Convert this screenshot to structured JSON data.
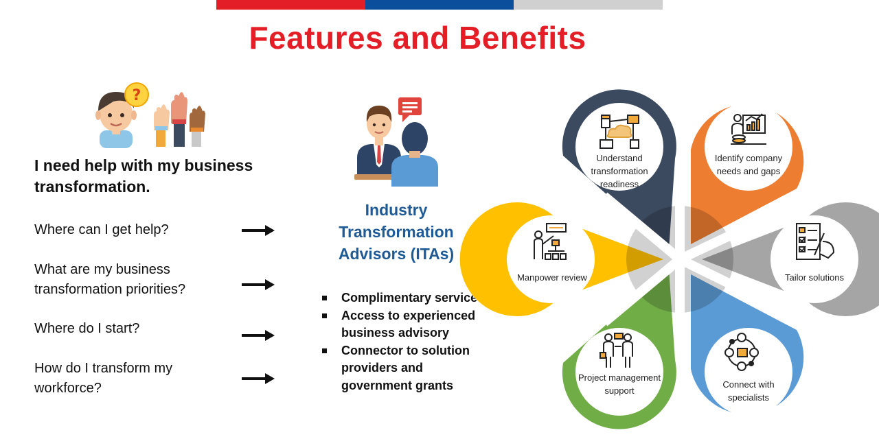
{
  "title": "Features and Benefits",
  "left": {
    "heading": "I need help with my business transformation.",
    "questions": [
      "Where can I get help?",
      "What are my business transformation priorities?",
      "Where do I start?",
      "How do I transform my workforce?"
    ]
  },
  "middle": {
    "title": "Industry Transformation Advisors (ITAs)",
    "bullets": [
      "Complimentary service",
      "Access to experienced business advisory",
      "Connector to solution providers and government grants"
    ]
  },
  "petals": [
    {
      "label": "Understand transformation readiness",
      "color": "#3b4a5e",
      "icon": "flowchart-cloud-icon"
    },
    {
      "label": "Identify company needs and gaps",
      "color": "#ed7d31",
      "icon": "analyst-dashboard-icon"
    },
    {
      "label": "Tailor solutions",
      "color": "#a5a5a5",
      "icon": "checklist-pen-icon"
    },
    {
      "label": "Connect with specialists",
      "color": "#5b9bd5",
      "icon": "network-people-icon"
    },
    {
      "label": "Project management support",
      "color": "#70ad47",
      "icon": "team-board-icon"
    },
    {
      "label": "Manpower review",
      "color": "#ffc000",
      "icon": "org-chart-presenter-icon"
    }
  ]
}
